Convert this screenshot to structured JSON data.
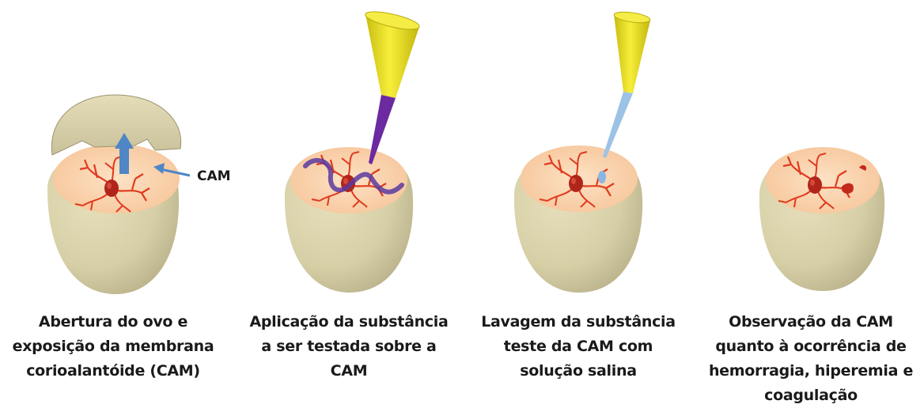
{
  "steps": [
    {
      "lines": [
        "Abertura do ovo e",
        "exposição da membrana",
        "corioalantóide (CAM)"
      ]
    },
    {
      "lines": [
        "Aplicação da substância",
        "a ser testada sobre a",
        "CAM"
      ]
    },
    {
      "lines": [
        "Lavagem da substância",
        "teste da CAM com",
        "solução salina"
      ]
    },
    {
      "lines": [
        "Observação da CAM",
        "quanto à ocorrência de",
        "hemorragia, hiperemia e",
        "coagulação"
      ]
    }
  ],
  "cam_label": "CAM",
  "colors": {
    "egg_shell": "#d6cfa6",
    "egg_shade": "#b9b089",
    "membrane": "#fbd6b0",
    "vessel": "#e03a1e",
    "heart": "#b0251a",
    "arrow_blue": "#4f86c6",
    "pipette_yellow": "#ece21a",
    "tip_purple": "#6b2aa0",
    "tip_lightblue": "#9cc3e6",
    "substance_purple": "#5a3aa0"
  },
  "icons": [
    "egg-opened",
    "up-arrow-icon",
    "left-arrow-icon",
    "pipette-icon"
  ]
}
